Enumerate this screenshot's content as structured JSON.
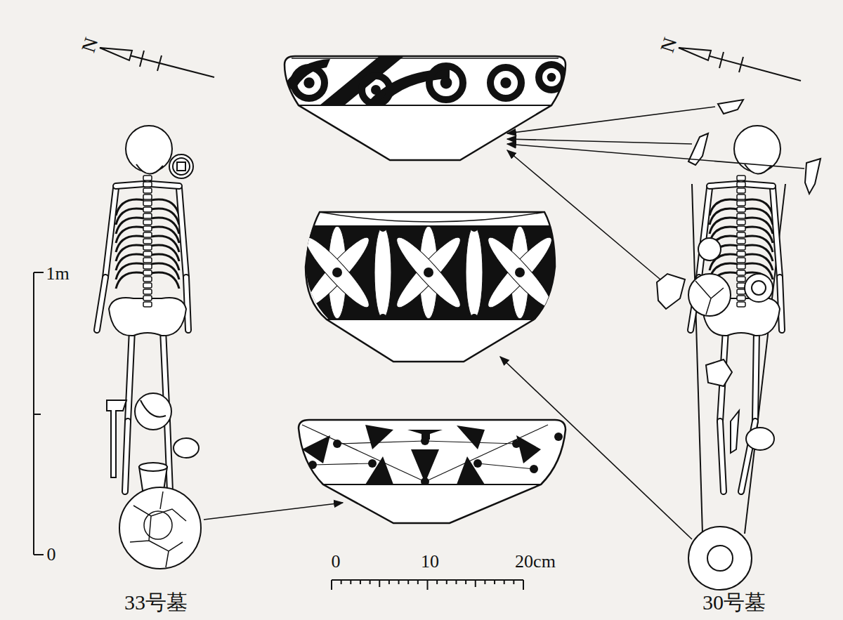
{
  "diagram": {
    "labels": [
      "N",
      "N",
      "1m",
      "0",
      "0",
      "10",
      "20cm",
      "33号墓",
      "30号墓"
    ]
  }
}
